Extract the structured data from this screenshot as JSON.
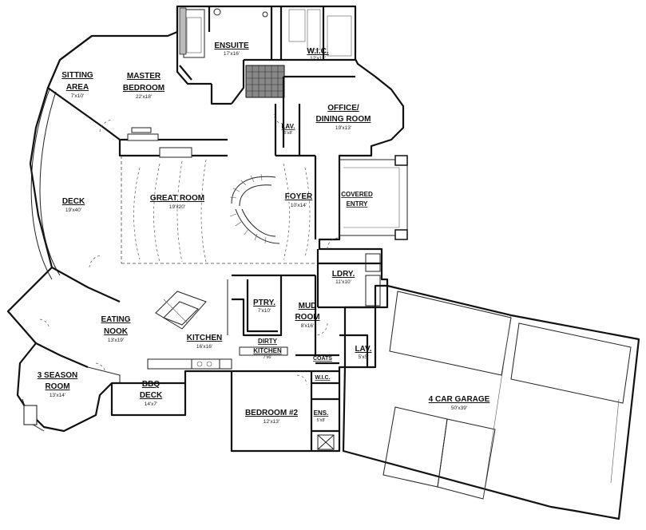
{
  "rooms": {
    "ensuite": {
      "name": "ENSUITE",
      "dim": "17'x16'"
    },
    "wic_master": {
      "name": "W.I.C.",
      "dim": "12'x11'"
    },
    "sitting_area": {
      "name_line1": "SITTING",
      "name_line2": "AREA",
      "dim": "7'x10'"
    },
    "master_bedroom": {
      "name_line1": "MASTER",
      "name_line2": "BEDROOM",
      "dim": "22'x18'"
    },
    "office": {
      "name_line1": "OFFICE/",
      "name_line2": "DINING ROOM",
      "dim": "19'x13'"
    },
    "lav_upper": {
      "name": "LAV.",
      "dim": "5'x8'"
    },
    "deck": {
      "name": "DECK",
      "dim": "19'x40'"
    },
    "great_room": {
      "name": "GREAT ROOM",
      "dim": "19'x20'"
    },
    "foyer": {
      "name": "FOYER",
      "dim": "10'x14'"
    },
    "covered_entry": {
      "name_line1": "COVERED",
      "name_line2": "ENTRY"
    },
    "laundry": {
      "name": "LDRY.",
      "dim": "11'x10'"
    },
    "pantry": {
      "name": "PTRY.",
      "dim": "7'x10'"
    },
    "mud_room": {
      "name_line1": "MUD",
      "name_line2": "ROOM",
      "dim": "8'x16'"
    },
    "eating_nook": {
      "name_line1": "EATING",
      "name_line2": "NOOK",
      "dim": "13'x19'"
    },
    "kitchen": {
      "name": "KITCHEN",
      "dim": "16'x16'"
    },
    "dirty_kitchen": {
      "name_line1": "DIRTY",
      "name_line2": "KITCHEN",
      "dim": "7'x6'"
    },
    "coats": {
      "name": "COATS"
    },
    "lav_lower": {
      "name": "LAV.",
      "dim": "5'x5'"
    },
    "three_season": {
      "name_line1": "3 SEASON",
      "name_line2": "ROOM",
      "dim": "13'x14'"
    },
    "bbq_deck": {
      "name_line1": "BBQ",
      "name_line2": "DECK",
      "dim": "14'x7'"
    },
    "wic_bedroom": {
      "name": "W.I.C."
    },
    "bedroom2": {
      "name": "BEDROOM #2",
      "dim": "12'x13'"
    },
    "ensuite2": {
      "name": "ENS.",
      "dim": "5'x8'"
    },
    "garage": {
      "name": "4 CAR GARAGE",
      "dim": "50'x39'"
    }
  }
}
